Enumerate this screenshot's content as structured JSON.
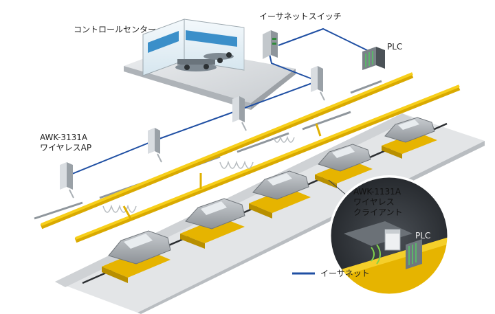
{
  "labels": {
    "control_center": "コントロールセンター",
    "ethernet_switch": "イーサネットスイッチ",
    "plc_top": "PLC",
    "ap_model": "AWK-3131A",
    "ap_type": "ワイヤレスAP",
    "client_model": "AWK-1131A",
    "client_type_1": "ワイヤレス",
    "client_type_2": "クライアント",
    "plc_zoom": "PLC"
  },
  "legend": {
    "ethernet": "イーサネット"
  },
  "colors": {
    "ethernet_line": "#1f4fa3",
    "rail": "#f2c200",
    "vehicle_body": "#a9aeb3",
    "carrier": "#e6b400",
    "device": "#d9dde1"
  }
}
